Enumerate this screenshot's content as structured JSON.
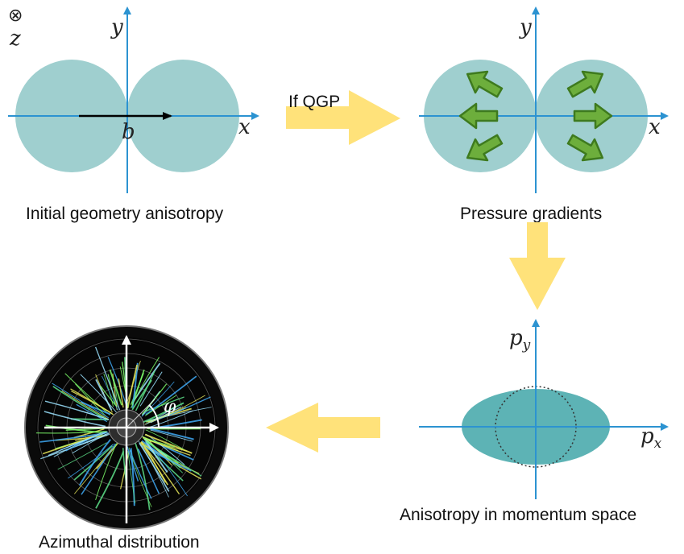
{
  "panels": {
    "geometry": {
      "caption": "Initial geometry anisotropy",
      "x_label": "x",
      "y_label": "y",
      "z_symbol": "⊗",
      "z_label": "z",
      "b_label": "b"
    },
    "pressure": {
      "caption": "Pressure gradients",
      "x_label": "x",
      "y_label": "y"
    },
    "momentum": {
      "caption": "Anisotropy in momentum space",
      "px_label": "p",
      "px_sub": "x",
      "py_label": "p",
      "py_sub": "y"
    },
    "azimuthal": {
      "caption": "Azimuthal distribution",
      "phi_label": "φ"
    }
  },
  "transitions": {
    "to_pressure": "If QGP"
  },
  "colors": {
    "disk": "#9FCFCF",
    "overlap": "#6FB5B5",
    "axis": "#2C93D1",
    "flow_arrow": "#6DAE3C",
    "transition_arrow": "#FFE27A",
    "ellipse": "#5DB3B5"
  },
  "icons": [
    "circled-times-icon",
    "flow-arrow-icon",
    "block-arrow-icon"
  ]
}
